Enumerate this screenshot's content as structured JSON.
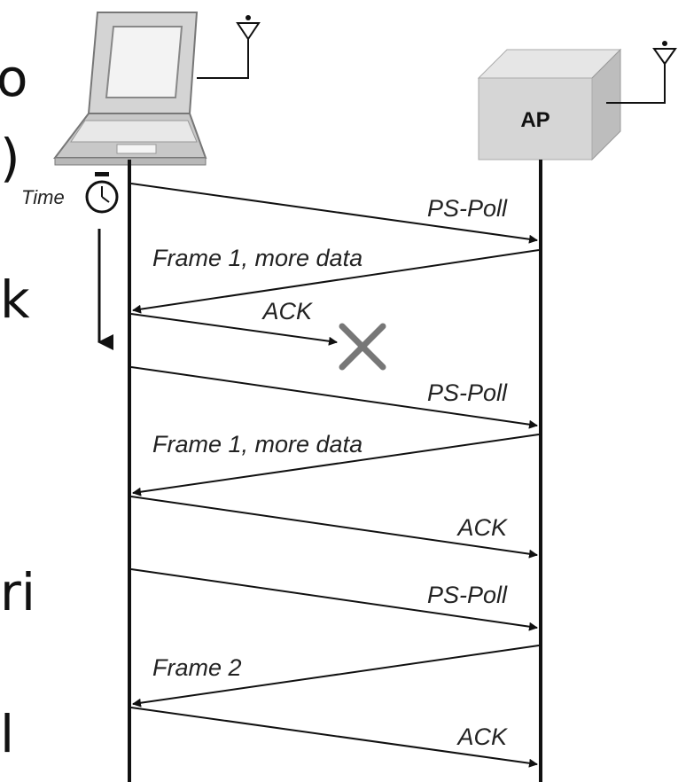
{
  "left_cutoff_text": [
    ")",
    "k",
    "ri",
    "l"
  ],
  "diagram": {
    "time_label": "Time",
    "ap_label": "AP",
    "messages": [
      {
        "label": "PS-Poll",
        "direction": "station-to-ap"
      },
      {
        "label": "Frame 1, more data",
        "direction": "ap-to-station"
      },
      {
        "label": "ACK",
        "direction": "station-to-ap",
        "lost": true
      },
      {
        "label": "PS-Poll",
        "direction": "station-to-ap"
      },
      {
        "label": "Frame 1, more data",
        "direction": "ap-to-station"
      },
      {
        "label": "ACK",
        "direction": "station-to-ap"
      },
      {
        "label": "PS-Poll",
        "direction": "station-to-ap"
      },
      {
        "label": "Frame 2",
        "direction": "ap-to-station"
      },
      {
        "label": "ACK",
        "direction": "station-to-ap"
      }
    ]
  }
}
